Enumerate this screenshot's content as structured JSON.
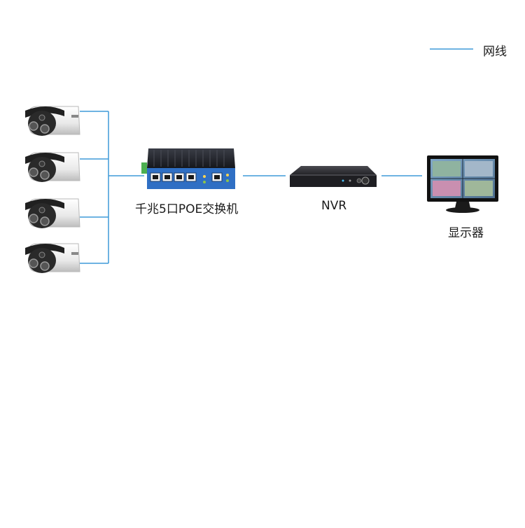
{
  "legend": {
    "line_label": "网线",
    "line_color": "#3f9ad8"
  },
  "devices": {
    "cameras": [
      {
        "id": "camera-1"
      },
      {
        "id": "camera-2"
      },
      {
        "id": "camera-3"
      },
      {
        "id": "camera-4"
      }
    ],
    "switch": {
      "label": "千兆5口POE交换机",
      "port_count": 5
    },
    "nvr": {
      "label": "NVR"
    },
    "monitor": {
      "label": "显示器"
    }
  },
  "colors": {
    "cable": "#3f9ad8",
    "switch_body": "#1d1f26",
    "switch_front": "#2f6fc4",
    "nvr_body": "#2a2a2e",
    "camera_body": "#eeeeee",
    "monitor_frame": "#111111"
  }
}
